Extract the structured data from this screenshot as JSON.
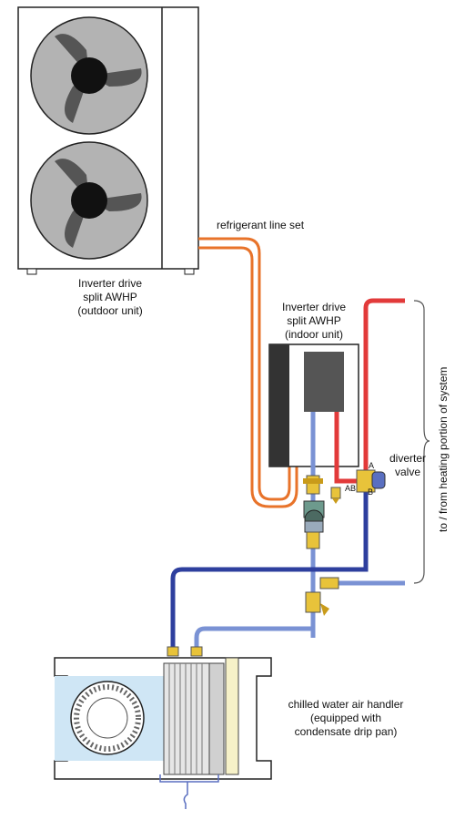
{
  "labels": {
    "refrigerant_line_set": "refrigerant line set",
    "outdoor_unit": [
      "Inverter drive",
      "split AWHP",
      "(outdoor unit)"
    ],
    "indoor_unit": [
      "Inverter drive",
      "split AWHP",
      "(indoor unit)"
    ],
    "diverter_valve": [
      "diverter",
      "valve"
    ],
    "port_a": "A",
    "port_ab": "AB",
    "port_b": "B",
    "heating_side": "to / from heating portion of system",
    "air_handler": [
      "chilled water air handler",
      "(equipped with",
      "condensate drip pan)"
    ]
  },
  "colors": {
    "refrigerant": "#e8732a",
    "supply_hot": "#e23a3a",
    "return_dark_blue": "#2e3f9e",
    "return_light_blue": "#7a92d4",
    "valve_brass": "#e8c33a",
    "air_handler_inlet": "#cfe6f5",
    "filter": "#f6f1c8"
  }
}
